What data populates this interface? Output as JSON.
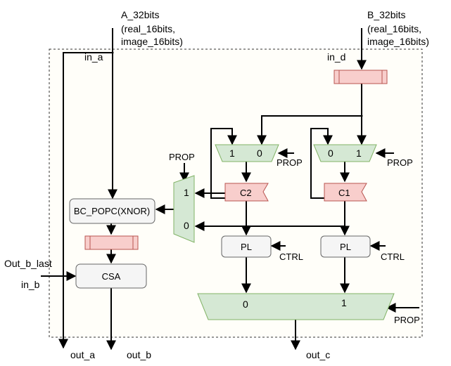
{
  "inputs": {
    "a_line1": "A_32bits",
    "a_line2": "(real_16bits,",
    "a_line3": "image_16bits)",
    "b_line1": "B_32bits",
    "b_line2": "(real_16bits,",
    "b_line3": "image_16bits)",
    "in_a": "in_a",
    "in_d": "in_d",
    "in_b": "in_b",
    "out_b_last": "Out_b_last"
  },
  "blocks": {
    "bc_popc": "BC_POPC(XNOR)",
    "csa": "CSA",
    "pl_left": "PL",
    "pl_right": "PL",
    "c2": "C2",
    "c1": "C1"
  },
  "muxes": {
    "left_top": {
      "in1": "1",
      "in0": "0"
    },
    "right_top": {
      "in0": "0",
      "in1": "1"
    },
    "side": {
      "in1": "1",
      "in0": "0"
    },
    "bottom": {
      "in0": "0",
      "in1": "1"
    }
  },
  "controls": {
    "prop_side": "PROP",
    "prop_left_mux": "PROP",
    "prop_right_mux": "PROP",
    "prop_bottom": "PROP",
    "ctrl_left": "CTRL",
    "ctrl_right": "CTRL"
  },
  "outputs": {
    "out_a": "out_a",
    "out_b": "out_b",
    "out_c": "out_c"
  },
  "colors": {
    "mux_fill": "#d5e8d4",
    "mux_stroke": "#82b366",
    "reg_fill": "#f8cecc",
    "reg_stroke": "#b85450",
    "block_fill": "#f5f5f5",
    "block_stroke": "#666666",
    "line": "#000000"
  }
}
